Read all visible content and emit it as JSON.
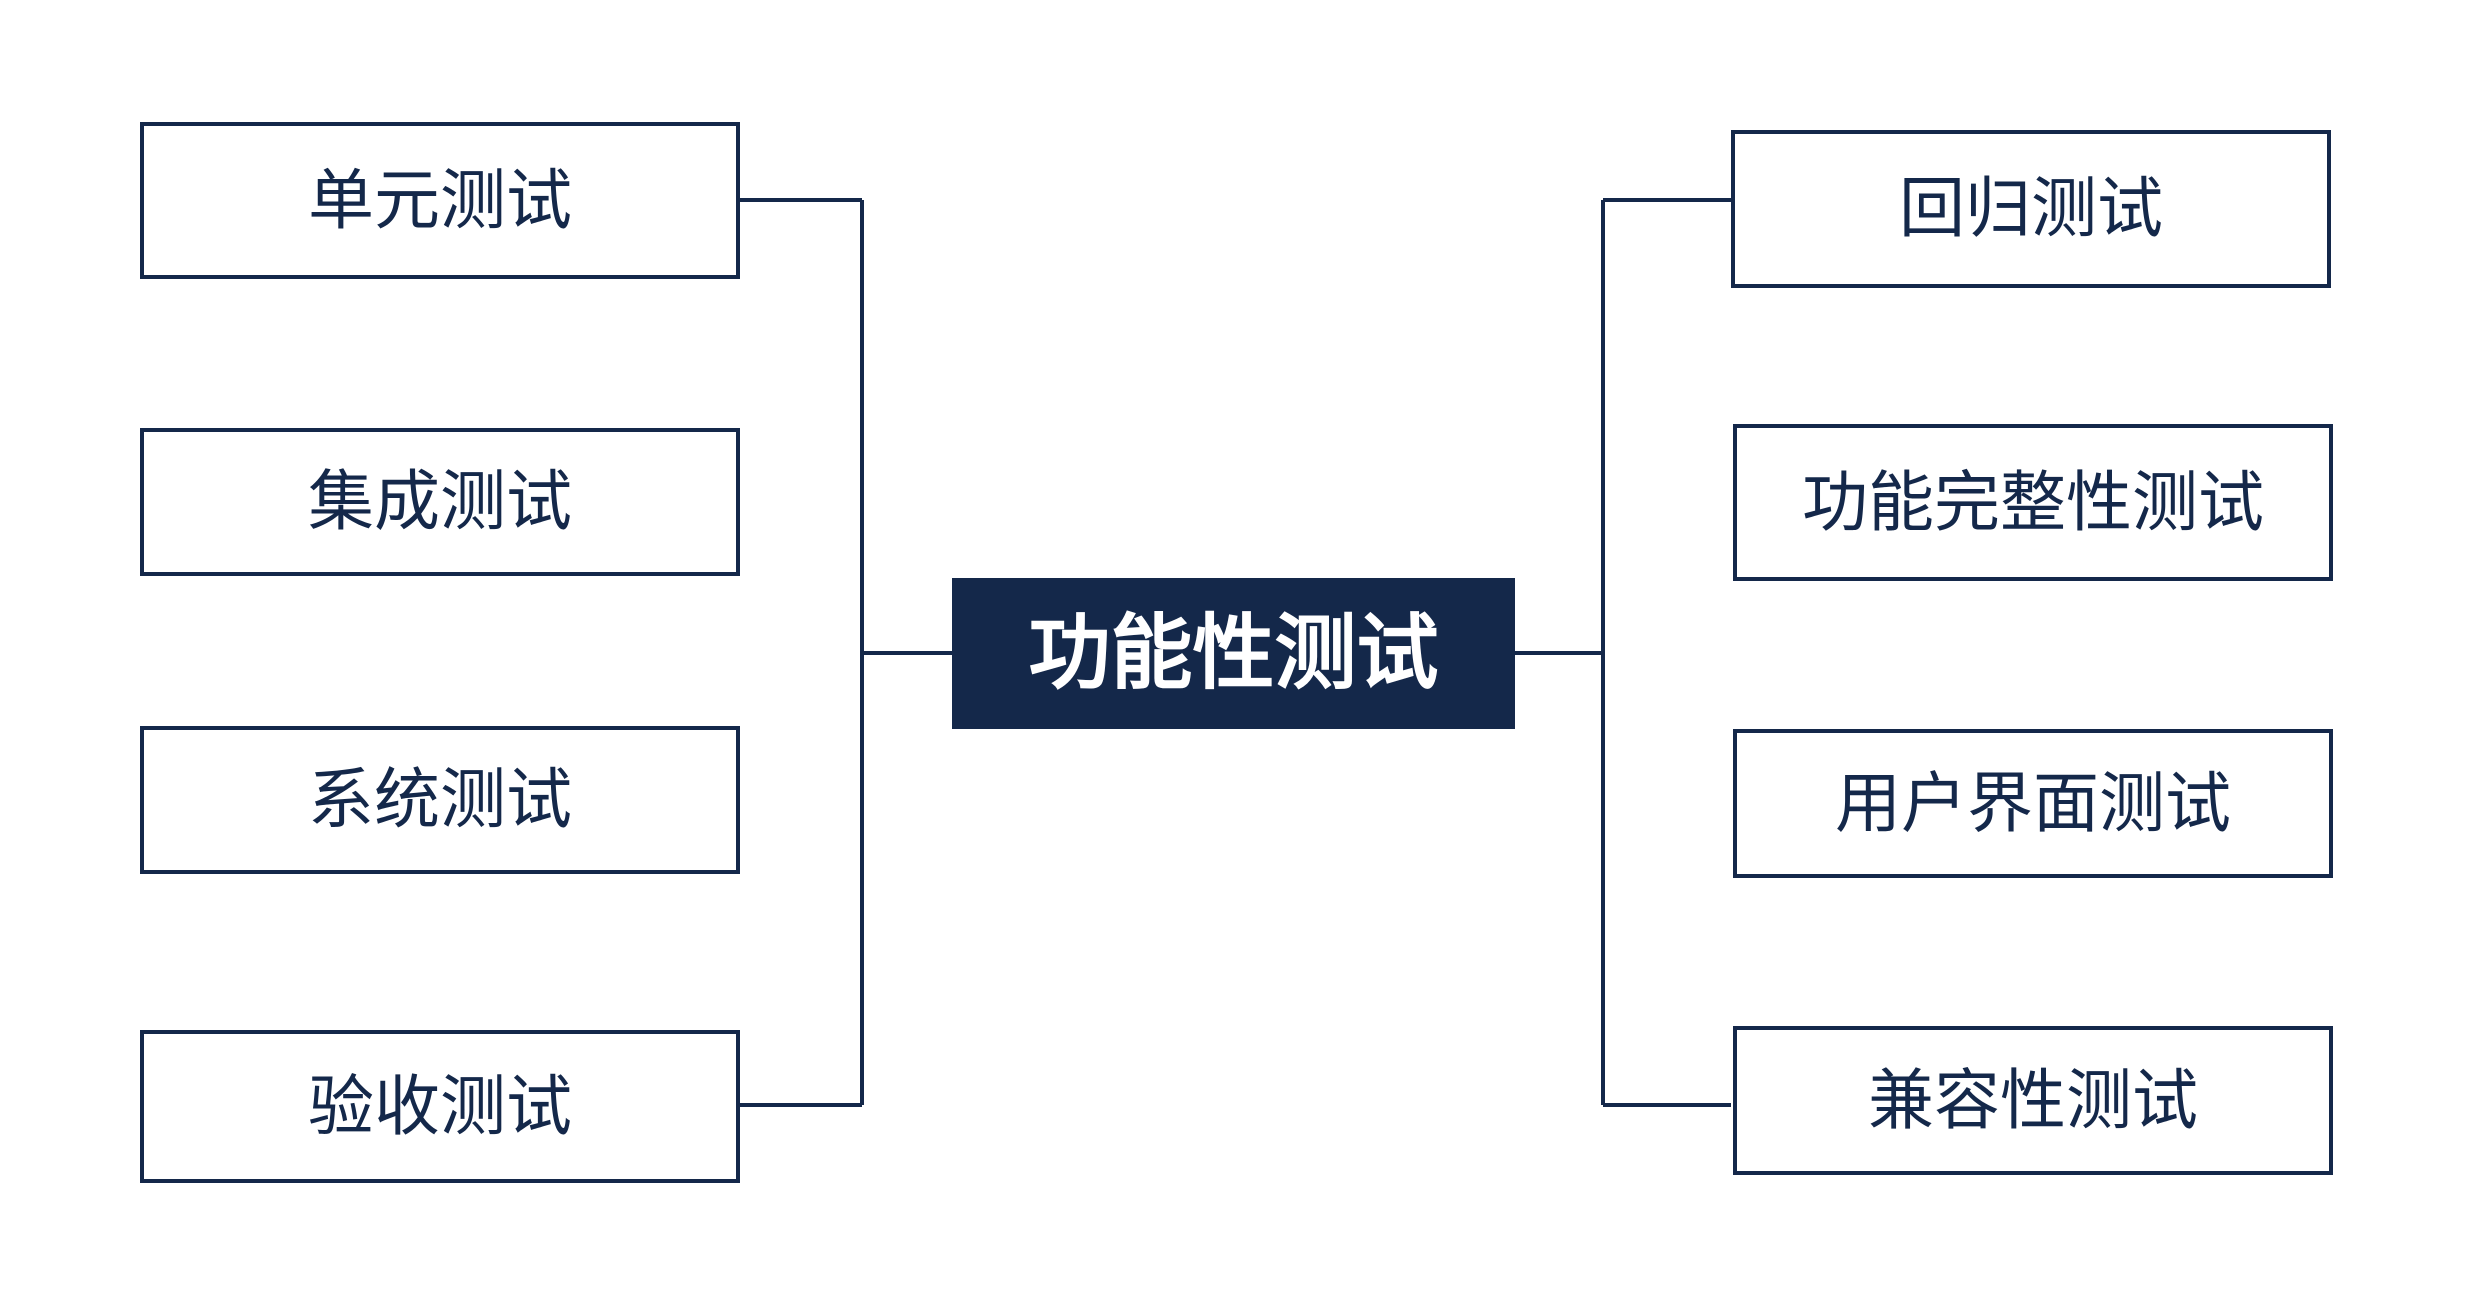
{
  "colors": {
    "primary": "#14284a",
    "background": "#ffffff",
    "center_text": "#ffffff"
  },
  "center": {
    "label": "功能性测试"
  },
  "left_branches": [
    {
      "label": "单元测试"
    },
    {
      "label": "集成测试"
    },
    {
      "label": "系统测试"
    },
    {
      "label": "验收测试"
    }
  ],
  "right_branches": [
    {
      "label": "回归测试"
    },
    {
      "label": "功能完整性测试"
    },
    {
      "label": "用户界面测试"
    },
    {
      "label": "兼容性测试"
    }
  ]
}
